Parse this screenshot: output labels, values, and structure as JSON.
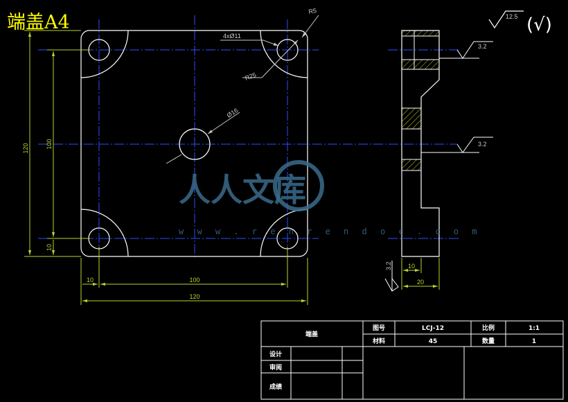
{
  "title": "端盖A4",
  "front_view": {
    "hole_callout": "4xØ11",
    "corner_radius_callout": "R5",
    "corner_arc_callout": "R25",
    "center_hole_callout": "Ø16",
    "dims": {
      "width_overall": "120",
      "width_hole_spacing": "100",
      "width_edge_offset": "10",
      "height_overall": "120",
      "height_hole_spacing": "100",
      "height_edge_offset": "10"
    }
  },
  "side_view": {
    "roughness_1": "3.2",
    "roughness_2": "3.2",
    "roughness_3": "3.2",
    "dim_step": "10",
    "dim_thickness": "20"
  },
  "roughness_note": {
    "value": "12.5",
    "suffix": "(√)"
  },
  "title_block": {
    "part_name": "端盖",
    "drawing_no_label": "图号",
    "drawing_no_value": "LCJ-12",
    "scale_label": "比例",
    "scale_value": "1:1",
    "material_label": "材料",
    "material_value": "45",
    "quantity_label": "数量",
    "quantity_value": "1",
    "design_label": "设计",
    "review_label": "审阅",
    "grade_label": "成绩"
  },
  "watermark": {
    "text": "人人文库",
    "url": "w w w . r e n r e n d o c . c o m"
  },
  "colors": {
    "background": "#000000",
    "outline": "#ffffff",
    "centerline": "#2a4fff",
    "dimension": "#b8d430",
    "title": "#ffff00",
    "hatch": "#c8c830"
  }
}
